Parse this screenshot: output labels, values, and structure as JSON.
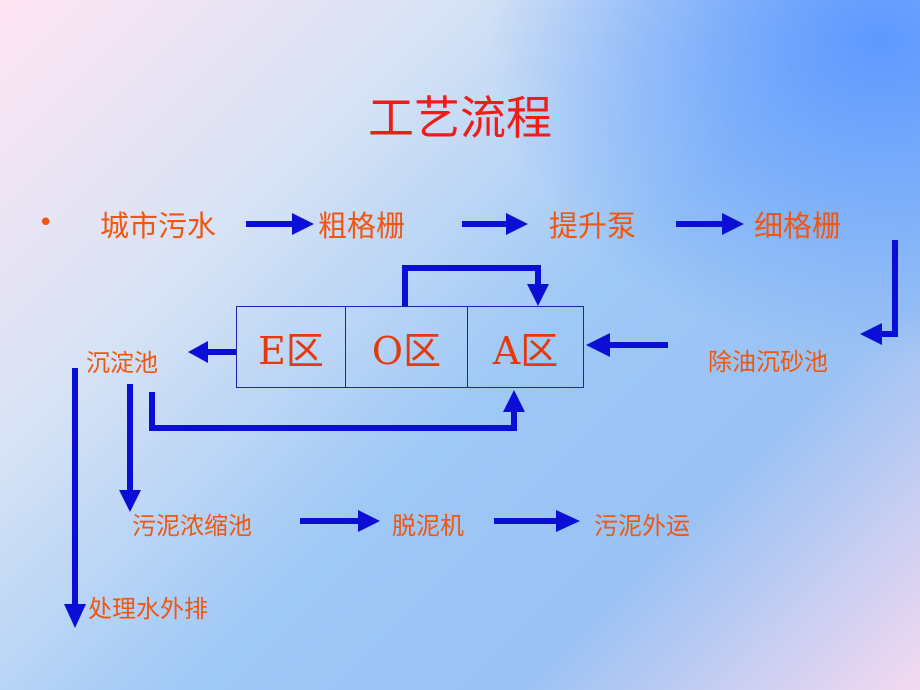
{
  "title": "工艺流程",
  "bullet": "•",
  "row1": [
    "城市污水",
    "粗格栅",
    "提升泵",
    "细格栅"
  ],
  "grit_chamber": "除油沉砂池",
  "zones": [
    "E区",
    "O区",
    "A区"
  ],
  "sedimentation_tank": "沉淀池",
  "sludge_row": [
    "污泥浓缩池",
    "脱泥机",
    "污泥外运"
  ],
  "discharge": "处理水外排",
  "colors": {
    "text": "#f0560e",
    "title": "#ef1c18",
    "arrow": "#0b0fd6",
    "box": "#2222aa"
  }
}
